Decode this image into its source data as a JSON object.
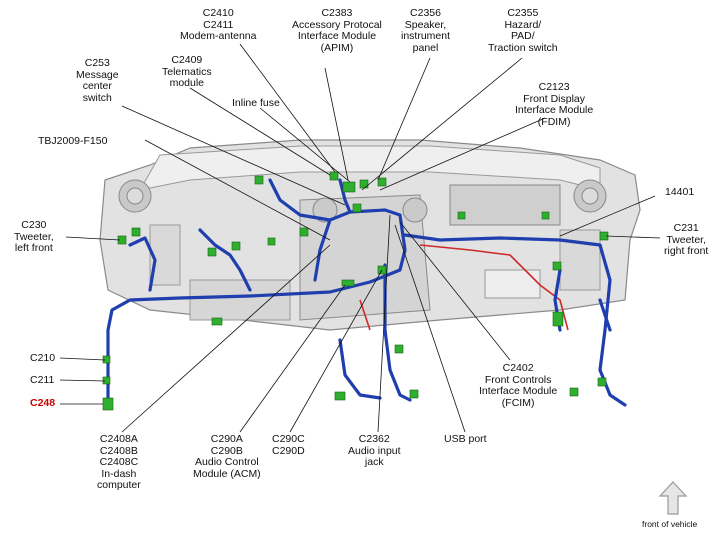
{
  "labels": [
    {
      "id": "c2410",
      "lines": [
        "C2410",
        "C2411",
        "Modem-antenna"
      ]
    },
    {
      "id": "c2383",
      "lines": [
        "C2383",
        "Accessory Protocal",
        "Interface Module",
        "(APIM)"
      ]
    },
    {
      "id": "c2356",
      "lines": [
        "C2356",
        "Speaker,",
        "instrument",
        "panel"
      ]
    },
    {
      "id": "c2355",
      "lines": [
        "C2355",
        "Hazard/",
        "PAD/",
        "Traction switch"
      ]
    },
    {
      "id": "c253",
      "lines": [
        "C253",
        "Message",
        "center",
        "switch"
      ]
    },
    {
      "id": "c2409",
      "lines": [
        "C2409",
        "Telematics",
        "module"
      ]
    },
    {
      "id": "c2123",
      "lines": [
        "C2123",
        "Front Display",
        "Interface Module",
        "(FDIM)"
      ]
    },
    {
      "id": "inline-fuse",
      "lines": [
        "Inline fuse"
      ]
    },
    {
      "id": "tbj",
      "lines": [
        "TBJ2009-F150"
      ]
    },
    {
      "id": "14401",
      "lines": [
        "14401"
      ]
    },
    {
      "id": "c230",
      "lines": [
        "C230",
        "Tweeter,",
        "left front"
      ]
    },
    {
      "id": "c231",
      "lines": [
        "C231",
        "Tweeter,",
        "right front"
      ]
    },
    {
      "id": "c2402",
      "lines": [
        "C2402",
        "Front Controls",
        "Interface Module",
        "(FCIM)"
      ]
    },
    {
      "id": "c210",
      "lines": [
        "C210"
      ]
    },
    {
      "id": "c211",
      "lines": [
        "C211"
      ]
    },
    {
      "id": "c248",
      "lines": [
        "C248"
      ]
    },
    {
      "id": "c2408",
      "lines": [
        "C2408A",
        "C2408B",
        "C2408C",
        "In-dash",
        "computer"
      ]
    },
    {
      "id": "c290a",
      "lines": [
        "C290A",
        "C290B",
        "Audio Control",
        "Module (ACM)"
      ]
    },
    {
      "id": "c290c",
      "lines": [
        "C290C",
        "C290D"
      ]
    },
    {
      "id": "c2362",
      "lines": [
        "C2362",
        "Audio input",
        "jack"
      ]
    },
    {
      "id": "usb",
      "lines": [
        "USB port"
      ]
    }
  ],
  "front_label": "front of vehicle",
  "colors": {
    "harness_blue": "#1f3fae",
    "harness_red": "#cc2a2a",
    "connector_green": "#2fae2f",
    "dash_gray": "#d9d9d9",
    "highlight_red": "#cc0000"
  },
  "icons": {
    "front_arrow": "up-arrow-icon"
  }
}
